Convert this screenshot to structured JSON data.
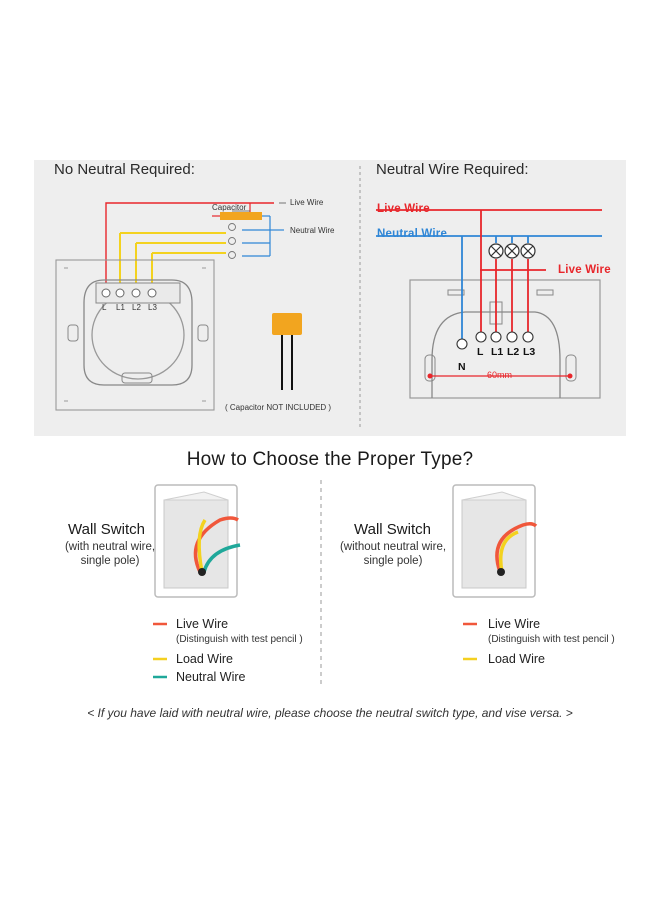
{
  "top": {
    "left_title": "No Neutral Required:",
    "right_title": "Neutral Wire Required:",
    "left": {
      "capacitor_label": "Capacitor",
      "live_wire": "Live Wire",
      "neutral_wire": "Neutral Wire",
      "terminals": [
        "L",
        "L1",
        "L2",
        "L3"
      ],
      "capacitor_note": "( Capacitor NOT INCLUDED )"
    },
    "right": {
      "live_wire_top": "Live Wire",
      "neutral_wire": "Neutral Wire",
      "live_wire_side": "Live Wire",
      "terminals": [
        "N",
        "L",
        "L1",
        "L2",
        "L3"
      ],
      "dimension": "60mm"
    }
  },
  "guide": {
    "heading": "How to Choose the Proper Type?",
    "neutral_type": {
      "title": "Wall Switch",
      "subtitle_line1": "(with neutral wire,",
      "subtitle_line2": "single pole)",
      "legend": [
        {
          "label": "Live Wire",
          "sub": "(Distinguish with test pencil )",
          "color": "#f0573b"
        },
        {
          "label": "Load Wire",
          "sub": "",
          "color": "#f5d020"
        },
        {
          "label": "Neutral Wire",
          "sub": "",
          "color": "#1fa89a"
        }
      ]
    },
    "no_neutral_type": {
      "title": "Wall Switch",
      "subtitle_line1": "(without neutral wire,",
      "subtitle_line2": "single pole)",
      "legend": [
        {
          "label": "Live Wire",
          "sub": "(Distinguish with test pencil )",
          "color": "#f0573b"
        },
        {
          "label": "Load Wire",
          "sub": "",
          "color": "#f5d020"
        }
      ]
    },
    "note": "< If you have laid with neutral wire, please choose the neutral switch type, and vise versa. >"
  },
  "colors": {
    "live_red": "#e8262b",
    "neutral_blue": "#2f86d6",
    "capacitor_orange": "#f2a51f",
    "yellow_wire": "#f3d21f",
    "teal_wire": "#1fa89a",
    "panel_bg": "#eeeeee"
  }
}
